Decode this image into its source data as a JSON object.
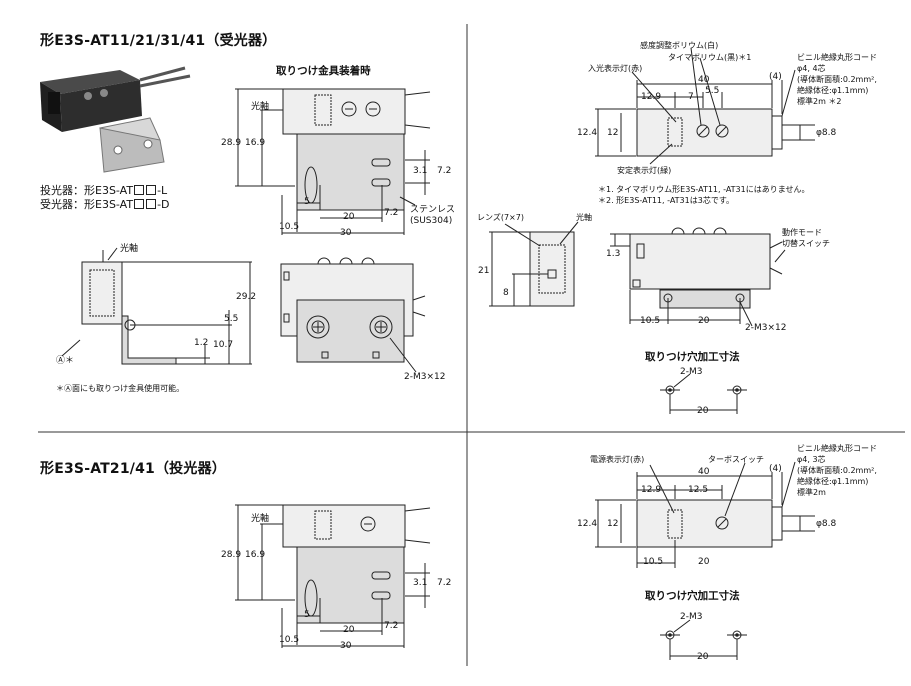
{
  "sections": {
    "receiver": {
      "title": "形E3S-AT11/21/31/41（受光器）",
      "emitter_label": "投光器：形E3S-AT",
      "emitter_suffix": "-L",
      "receiver_label": "受光器：形E3S-AT",
      "receiver_suffix": "-D",
      "mount_heading": "取りつけ金具装着時",
      "mount_hole_heading": "取りつけ穴加工寸法",
      "labels": {
        "optical_axis": "光軸",
        "optical_axis2": "光軸",
        "optical_axis3": "光軸",
        "stainless": "ステンレス",
        "sus": "(SUS304)",
        "screw_note": "2-M3×12",
        "face_a": "Ⓐ＊",
        "face_note": "＊Ⓐ面にも取りつけ金具使用可能。",
        "sensitivity": "感度調整ボリウム(白)",
        "timer": "タイマボリウム(黒)＊1",
        "incident_led": "入光表示灯(赤)",
        "stable_led": "安定表示灯(緑)",
        "cable1": "ビニル絶縁丸形コード",
        "cable2": "φ4, 4芯",
        "cable3": "(導体断面積:0.2mm²,",
        "cable4": "絶縁体径:φ1.1mm)",
        "cable5": "標準2m ＊2",
        "note1": "＊1. タイマボリウム形E3S-AT11, -AT31にはありません。",
        "note2": "＊2. 形E3S-AT11, -AT31は3芯です。",
        "lens": "レンズ(7×7)",
        "mode1": "動作モード",
        "mode2": "切替スイッチ",
        "screw_note2": "2-M3×12",
        "hole_m3": "2-M3"
      },
      "dims": {
        "d28_9": "28.9",
        "d16_9": "16.9",
        "d3_1": "3.1",
        "d7_2": "7.2",
        "d5": "5",
        "d20": "20",
        "d7_2b": "7.2",
        "d10_5": "10.5",
        "d30": "30",
        "d29_2": "29.2",
        "d5_5": "5.5",
        "d1_2": "1.2",
        "d10_7": "10.7",
        "r40": "40",
        "r4": "(4)",
        "r12_9": "12.9",
        "r7": "7",
        "r5_5": "5.5",
        "r12_4": "12.4",
        "r12": "12",
        "r8_8": "φ8.8",
        "r21": "21",
        "r8": "8",
        "r1_3": "1.3",
        "r10_5": "10.5",
        "r20": "20",
        "h20": "20"
      }
    },
    "emitter": {
      "title": "形E3S-AT21/41（投光器）",
      "mount_hole_heading": "取りつけ穴加工寸法",
      "labels": {
        "optical_axis": "光軸",
        "power_led": "電源表示灯(赤)",
        "turbo": "ターボスイッチ",
        "cable1": "ビニル絶縁丸形コード",
        "cable2": "φ4, 3芯",
        "cable3": "(導体断面積:0.2mm²,",
        "cable4": "絶縁体径:φ1.1mm)",
        "cable5": "標準2m",
        "hole_m3": "2-M3"
      },
      "dims": {
        "d28_9": "28.9",
        "d16_9": "16.9",
        "d3_1": "3.1",
        "d7_2": "7.2",
        "d5": "5",
        "d20": "20",
        "d7_2b": "7.2",
        "d10_5": "10.5",
        "d30": "30",
        "r40": "40",
        "r4": "(4)",
        "r12_9": "12.9",
        "r12_5": "12.5",
        "r12_4": "12.4",
        "r12": "12",
        "r8_8": "φ8.8",
        "r10_5": "10.5",
        "r20": "20",
        "h20": "20"
      }
    }
  }
}
